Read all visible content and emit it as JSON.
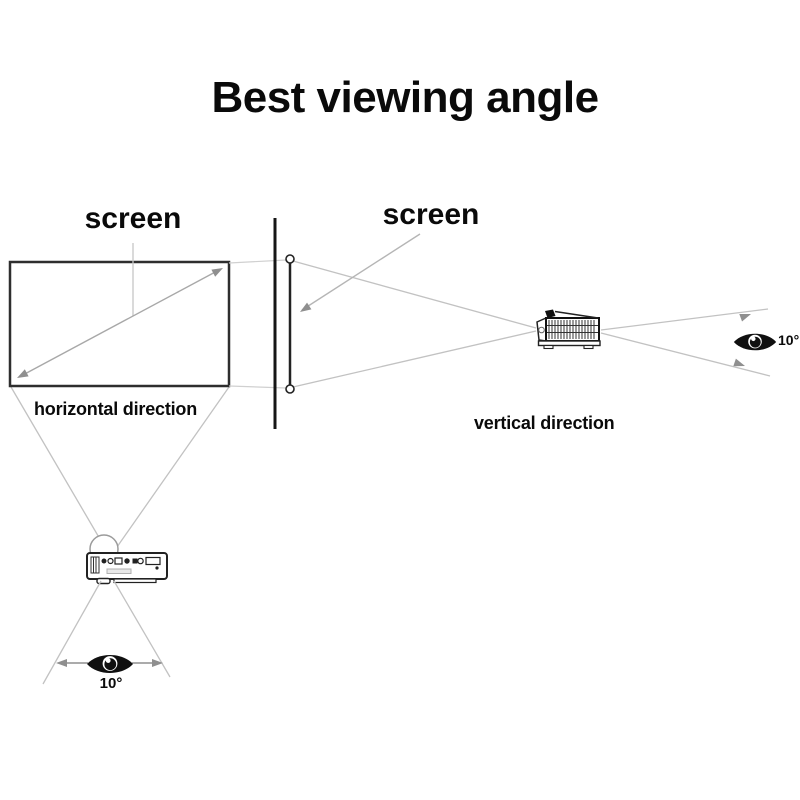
{
  "title": "Best viewing angle",
  "colors": {
    "background": "#ffffff",
    "text": "#0a0a0a",
    "screen_outline": "#2e2e2e",
    "guide_line_gray": "#bdbdbd",
    "arrow_gray": "#8f8f8f",
    "eye_black": "#101010"
  },
  "horizontal_diagram": {
    "screen_label": "screen",
    "caption": "horizontal direction",
    "viewing_angle": "10°"
  },
  "vertical_diagram": {
    "screen_label": "screen",
    "caption": "vertical direction",
    "viewing_angle": "10°"
  }
}
